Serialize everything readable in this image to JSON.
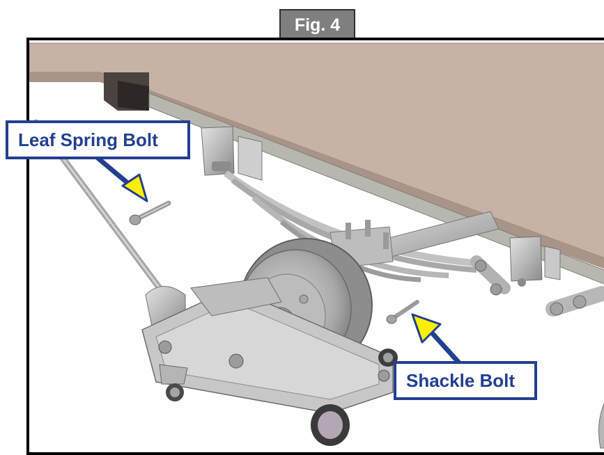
{
  "figure": {
    "tab_label": "Fig. 4"
  },
  "callouts": {
    "leaf_spring_bolt": "Leaf Spring Bolt",
    "shackle_bolt": "Shackle Bolt"
  },
  "colors": {
    "callout_blue": "#233f8f",
    "arrow_yellow": "#ffee00",
    "trailer_floor": "#c6b2a6",
    "tab_gray": "#7f7f7f"
  }
}
